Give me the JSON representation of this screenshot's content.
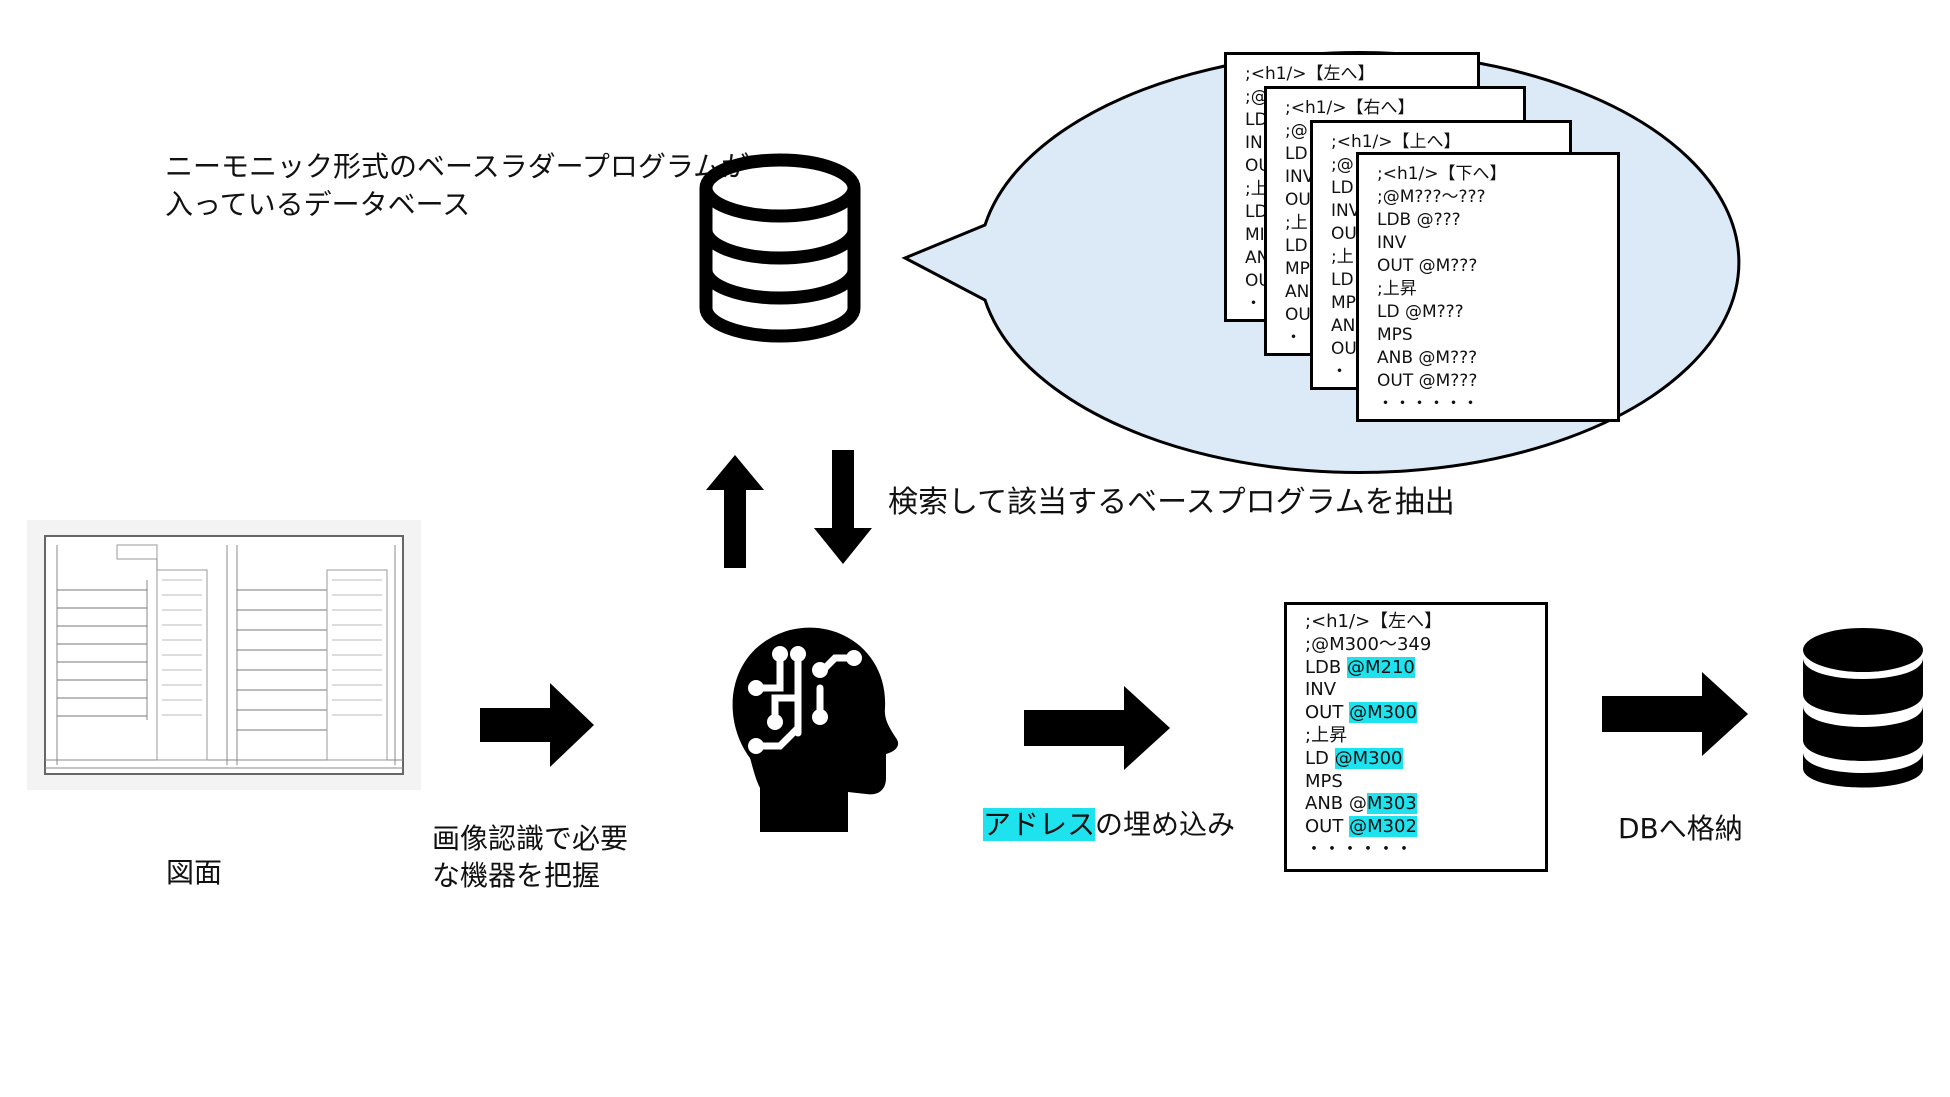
{
  "colors": {
    "bubble_fill": "#dce9f7",
    "highlight": "#1ee3ee",
    "ink": "#000000"
  },
  "labels": {
    "db_desc": [
      "ニーモニック形式のベースラダープログラムが",
      "入っているデータベース"
    ],
    "search": "検索して該当するベースプログラムを抽出",
    "drawing": "図面",
    "recognition": [
      "画像認識で必要",
      "な機器を把握"
    ],
    "embed_highlight": "アドレス",
    "embed_rest": "の埋め込み",
    "store": "DBへ格納"
  },
  "icons": {
    "database": "database-icon",
    "ai_head": "ai-head-icon",
    "drawing": "circuit-drawing-thumbnail",
    "arrow": "arrow-right-icon"
  },
  "bubble_cards": [
    {
      "title": ";<h1/>【左へ】",
      "lines": [
        ";@",
        "LD",
        "IN",
        "OU",
        ";上",
        "LD",
        "MI",
        "AN",
        "OU",
        "・"
      ]
    },
    {
      "title": ";<h1/>【右へ】",
      "lines": [
        ";@",
        "LD",
        "INV",
        "OU",
        ";上",
        "LD",
        "MP",
        "AN",
        "OU",
        "・"
      ]
    },
    {
      "title": ";<h1/>【上へ】",
      "lines": [
        ";@",
        "LD",
        "INV",
        "OU",
        ";上",
        "LD",
        "MP",
        "AN",
        "OU",
        "・"
      ]
    },
    {
      "title": ";<h1/>【下へ】",
      "lines": [
        ";@M???～???",
        "LDB @???",
        "INV",
        "OUT @M???",
        ";上昇",
        "LD @M???",
        "MPS",
        "ANB @M???",
        "OUT @M???",
        "・・・・・・"
      ]
    }
  ],
  "output_card": [
    {
      "plain": ";<h1/>【左へ】",
      "hl": ""
    },
    {
      "plain": ";@M300～349",
      "hl": ""
    },
    {
      "plain": "LDB ",
      "hl": "@M210"
    },
    {
      "plain": "INV",
      "hl": ""
    },
    {
      "plain": "OUT ",
      "hl": "@M300"
    },
    {
      "plain": ";上昇",
      "hl": ""
    },
    {
      "plain": "LD ",
      "hl": "@M300"
    },
    {
      "plain": "MPS",
      "hl": ""
    },
    {
      "plain": "ANB @",
      "hl": "M303"
    },
    {
      "plain": "OUT ",
      "hl": "@M302"
    },
    {
      "plain": "・・・・・・",
      "hl": ""
    }
  ]
}
